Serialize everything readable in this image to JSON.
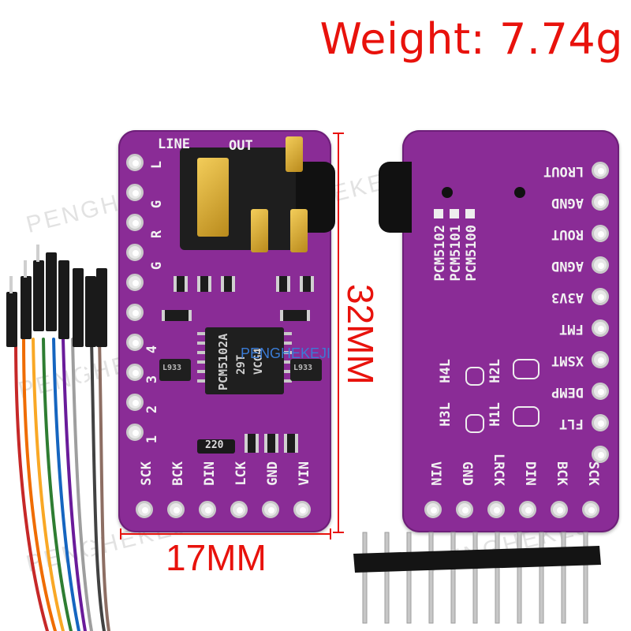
{
  "title": "Weight: 7.74g",
  "watermark": "PENGHEKEJI",
  "watermark_overlay": "PENGHEKEJI",
  "dimensions": {
    "width_label": "17MM",
    "height_label": "32MM"
  },
  "front": {
    "header_line": "LINE",
    "header_out": "OUT",
    "left_pins": [
      "L",
      "G",
      "R",
      "G",
      "",
      "4",
      "3",
      "2",
      "1"
    ],
    "bottom_pins": [
      "SCK",
      "BCK",
      "DIN",
      "LCK",
      "GND",
      "VIN"
    ],
    "chip_label_1": "PCM5102A",
    "chip_label_2": "29T",
    "chip_label_3": "VCG4",
    "resistor_label": "220",
    "regulator_label": "L933"
  },
  "back": {
    "right_pins": [
      "LROUT",
      "AGND",
      "ROUT",
      "AGND",
      "A3V3",
      "FMT",
      "XSMT",
      "DEMP",
      "FLT"
    ],
    "bottom_pins": [
      "VIN",
      "GND",
      "LRCK",
      "DIN",
      "BCK",
      "SCK"
    ],
    "variants": [
      "PCM5100",
      "PCM5101",
      "PCM5102"
    ],
    "jumper_labels": [
      "H2L",
      "H1L",
      "H4L",
      "H3L"
    ]
  },
  "colors": {
    "title_red": "#e8120c",
    "board_purple": "#8a2c96"
  }
}
